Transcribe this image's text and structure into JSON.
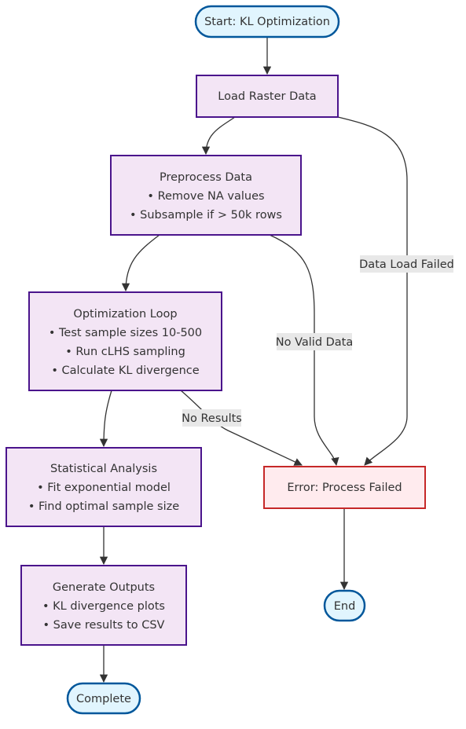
{
  "diagram": {
    "nodes": {
      "start": {
        "lines": [
          "Start: KL Optimization"
        ],
        "kind": "terminal"
      },
      "load": {
        "lines": [
          "Load Raster Data"
        ],
        "kind": "process"
      },
      "preprocess": {
        "lines": [
          "Preprocess Data",
          "• Remove NA values",
          "• Subsample if > 50k rows"
        ],
        "kind": "process"
      },
      "optimize": {
        "lines": [
          "Optimization Loop",
          "• Test sample sizes 10-500",
          "• Run cLHS sampling",
          "• Calculate KL divergence"
        ],
        "kind": "process"
      },
      "analysis": {
        "lines": [
          "Statistical Analysis",
          "• Fit exponential model",
          "• Find optimal sample size"
        ],
        "kind": "process"
      },
      "outputs": {
        "lines": [
          "Generate Outputs",
          "• KL divergence plots",
          "• Save results to CSV"
        ],
        "kind": "process"
      },
      "complete": {
        "lines": [
          "Complete"
        ],
        "kind": "terminal"
      },
      "error": {
        "lines": [
          "Error: Process Failed"
        ],
        "kind": "error"
      },
      "end": {
        "lines": [
          "End"
        ],
        "kind": "terminal"
      }
    },
    "edges": {
      "start_load": {
        "from": "Start: KL Optimization",
        "to": "Load Raster Data",
        "label": ""
      },
      "load_preprocess": {
        "from": "Load Raster Data",
        "to": "Preprocess Data",
        "label": ""
      },
      "load_error": {
        "from": "Load Raster Data",
        "to": "Error: Process Failed",
        "label": "Data Load Failed"
      },
      "preprocess_optimize": {
        "from": "Preprocess Data",
        "to": "Optimization Loop",
        "label": ""
      },
      "preprocess_error": {
        "from": "Preprocess Data",
        "to": "Error: Process Failed",
        "label": "No Valid Data"
      },
      "optimize_analysis": {
        "from": "Optimization Loop",
        "to": "Statistical Analysis",
        "label": ""
      },
      "optimize_error": {
        "from": "Optimization Loop",
        "to": "Error: Process Failed",
        "label": "No Results"
      },
      "analysis_outputs": {
        "from": "Statistical Analysis",
        "to": "Generate Outputs",
        "label": ""
      },
      "outputs_complete": {
        "from": "Generate Outputs",
        "to": "Complete",
        "label": ""
      },
      "error_end": {
        "from": "Error: Process Failed",
        "to": "End",
        "label": ""
      }
    },
    "colors": {
      "terminal_fill": "#e1f5fe",
      "terminal_stroke": "#01579b",
      "process_fill": "#f3e5f5",
      "process_stroke": "#4a148c",
      "error_fill": "#ffebee",
      "error_stroke": "#c62828",
      "edge": "#333333",
      "edge_label_bg": "#e8e8e8",
      "text": "#333333"
    }
  }
}
